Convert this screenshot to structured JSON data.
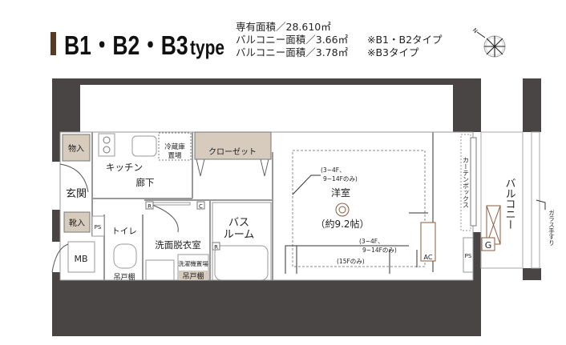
{
  "header": {
    "type_name": "B1・B2・B3",
    "type_suffix": "type",
    "accent_color": "#5b3a22",
    "spec_lines": [
      "専有面積／28.610㎡",
      "バルコニー面積／3.66㎡",
      "バルコニー面積／3.78㎡"
    ],
    "notes": [
      "※B1・B2タイプ",
      "※B3タイプ"
    ],
    "compass_icon": "compass-north-icon",
    "compass_label": "N"
  },
  "rooms": {
    "storage": "物入",
    "entrance": "玄関",
    "shoe_storage": "靴入",
    "ps_left": "PS",
    "mb": "MB",
    "kitchen": "キッチン",
    "fridge_line1": "冷蔵庫",
    "fridge_line2": "置場",
    "closet": "クローゼット",
    "hallway": "廊下",
    "toilet": "トイレ",
    "cupboard_toilet": "吊戸棚",
    "washroom": "洗面脱衣室",
    "washer": "洗濯機置場",
    "cupboard_wash": "吊戸棚",
    "bath_line1": "バス",
    "bath_line2": "ルーム",
    "western_room": "洋室",
    "western_size": "（約9.2帖）",
    "note_a_line1": "(3~4F、",
    "note_a_line2": "9~14Fのみ)",
    "note_b_line1": "(3~4F、",
    "note_b_line2": "9~14Fのみ)",
    "note_c": "(15Fのみ)",
    "ac": "AC",
    "curtain_box": "カーテンボックス",
    "ps_right": "PS",
    "balcony": "バルコニー",
    "gas": "G",
    "glass_rail": "ガラス手すり",
    "mark_r1": "R",
    "mark_c": "C",
    "mark_r2": "R"
  },
  "colors": {
    "wall": "#4a4545",
    "storage_fill": "#d6cbbd",
    "fixture": "#8a5a3c"
  }
}
